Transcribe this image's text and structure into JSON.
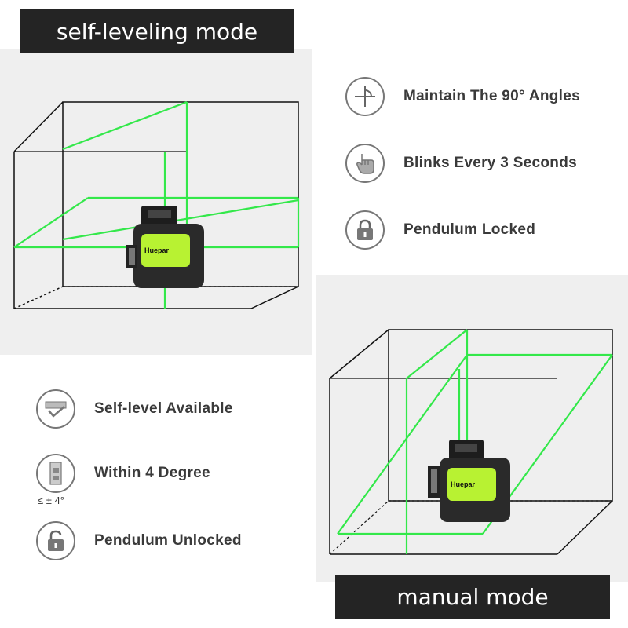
{
  "top_panel": {
    "banner_title": "self-leveling mode",
    "features": [
      {
        "icon": "angle-90-icon",
        "label": "Maintain The 90° Angles"
      },
      {
        "icon": "hand-pointer-icon",
        "label": "Blinks Every 3 Seconds"
      },
      {
        "icon": "padlock-locked-icon",
        "label": "Pendulum Locked"
      }
    ]
  },
  "bottom_panel": {
    "banner_title": "manual mode",
    "features": [
      {
        "icon": "self-level-icon",
        "label": "Self-level Available"
      },
      {
        "icon": "tilt-degree-icon",
        "label": "Within 4 Degree",
        "note": "≤ ± 4°"
      },
      {
        "icon": "padlock-unlocked-icon",
        "label": "Pendulum Unlocked"
      }
    ]
  },
  "device": {
    "brand": "Huepar"
  },
  "colors": {
    "laser": "#33e84a",
    "device_body": "#2a2a2a",
    "device_accent": "#b8f232",
    "banner": "#242424"
  }
}
